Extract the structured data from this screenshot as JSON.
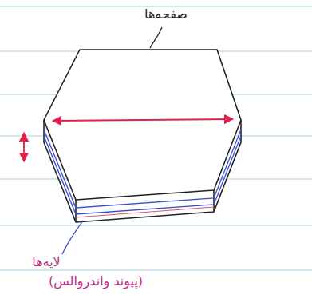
{
  "diagram": {
    "labels": [
      "صفحه‌ها",
      "لایه‌ها",
      "(پیوند واندروالس)"
    ]
  }
}
